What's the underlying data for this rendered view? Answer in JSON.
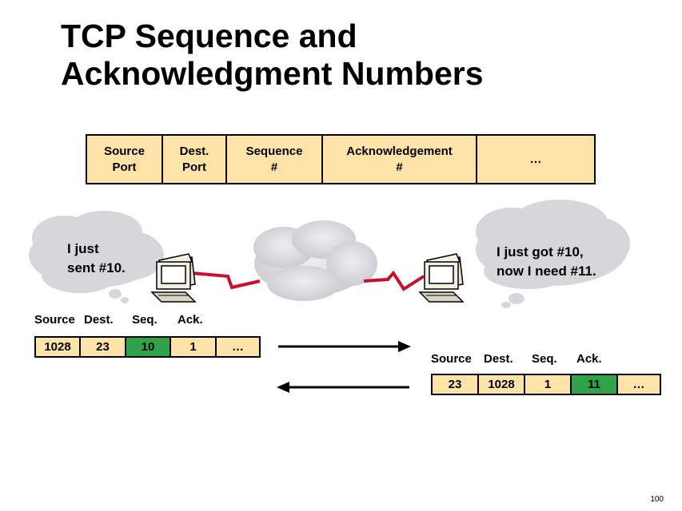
{
  "title": {
    "line1": "TCP Sequence and",
    "line2": "Acknowledgment Numbers"
  },
  "header_fields": [
    {
      "label": "Source\nPort"
    },
    {
      "label": "Dest.\nPort"
    },
    {
      "label": "Sequence\n#"
    },
    {
      "label": "Acknowledgement\n#"
    },
    {
      "label": "…"
    }
  ],
  "left_host": {
    "bubble": {
      "line1": "I just",
      "line2": "sent #10."
    },
    "labels": [
      "Source",
      "Dest.",
      "Seq.",
      "Ack."
    ],
    "segment": [
      "1028",
      "23",
      "10",
      "1",
      "…"
    ],
    "highlight_index": 2
  },
  "right_host": {
    "bubble": {
      "line1": "I just got #10,",
      "line2": "now I need #11."
    },
    "labels": [
      "Source",
      "Dest.",
      "Seq.",
      "Ack."
    ],
    "segment": [
      "23",
      "1028",
      "1",
      "11",
      "…"
    ],
    "highlight_index": 3
  },
  "colors": {
    "field_fill": "#fde3a8",
    "highlight": "#2fa24a",
    "cable": "#c8102e",
    "cloud": "#d9d9de"
  },
  "page_number": "100"
}
